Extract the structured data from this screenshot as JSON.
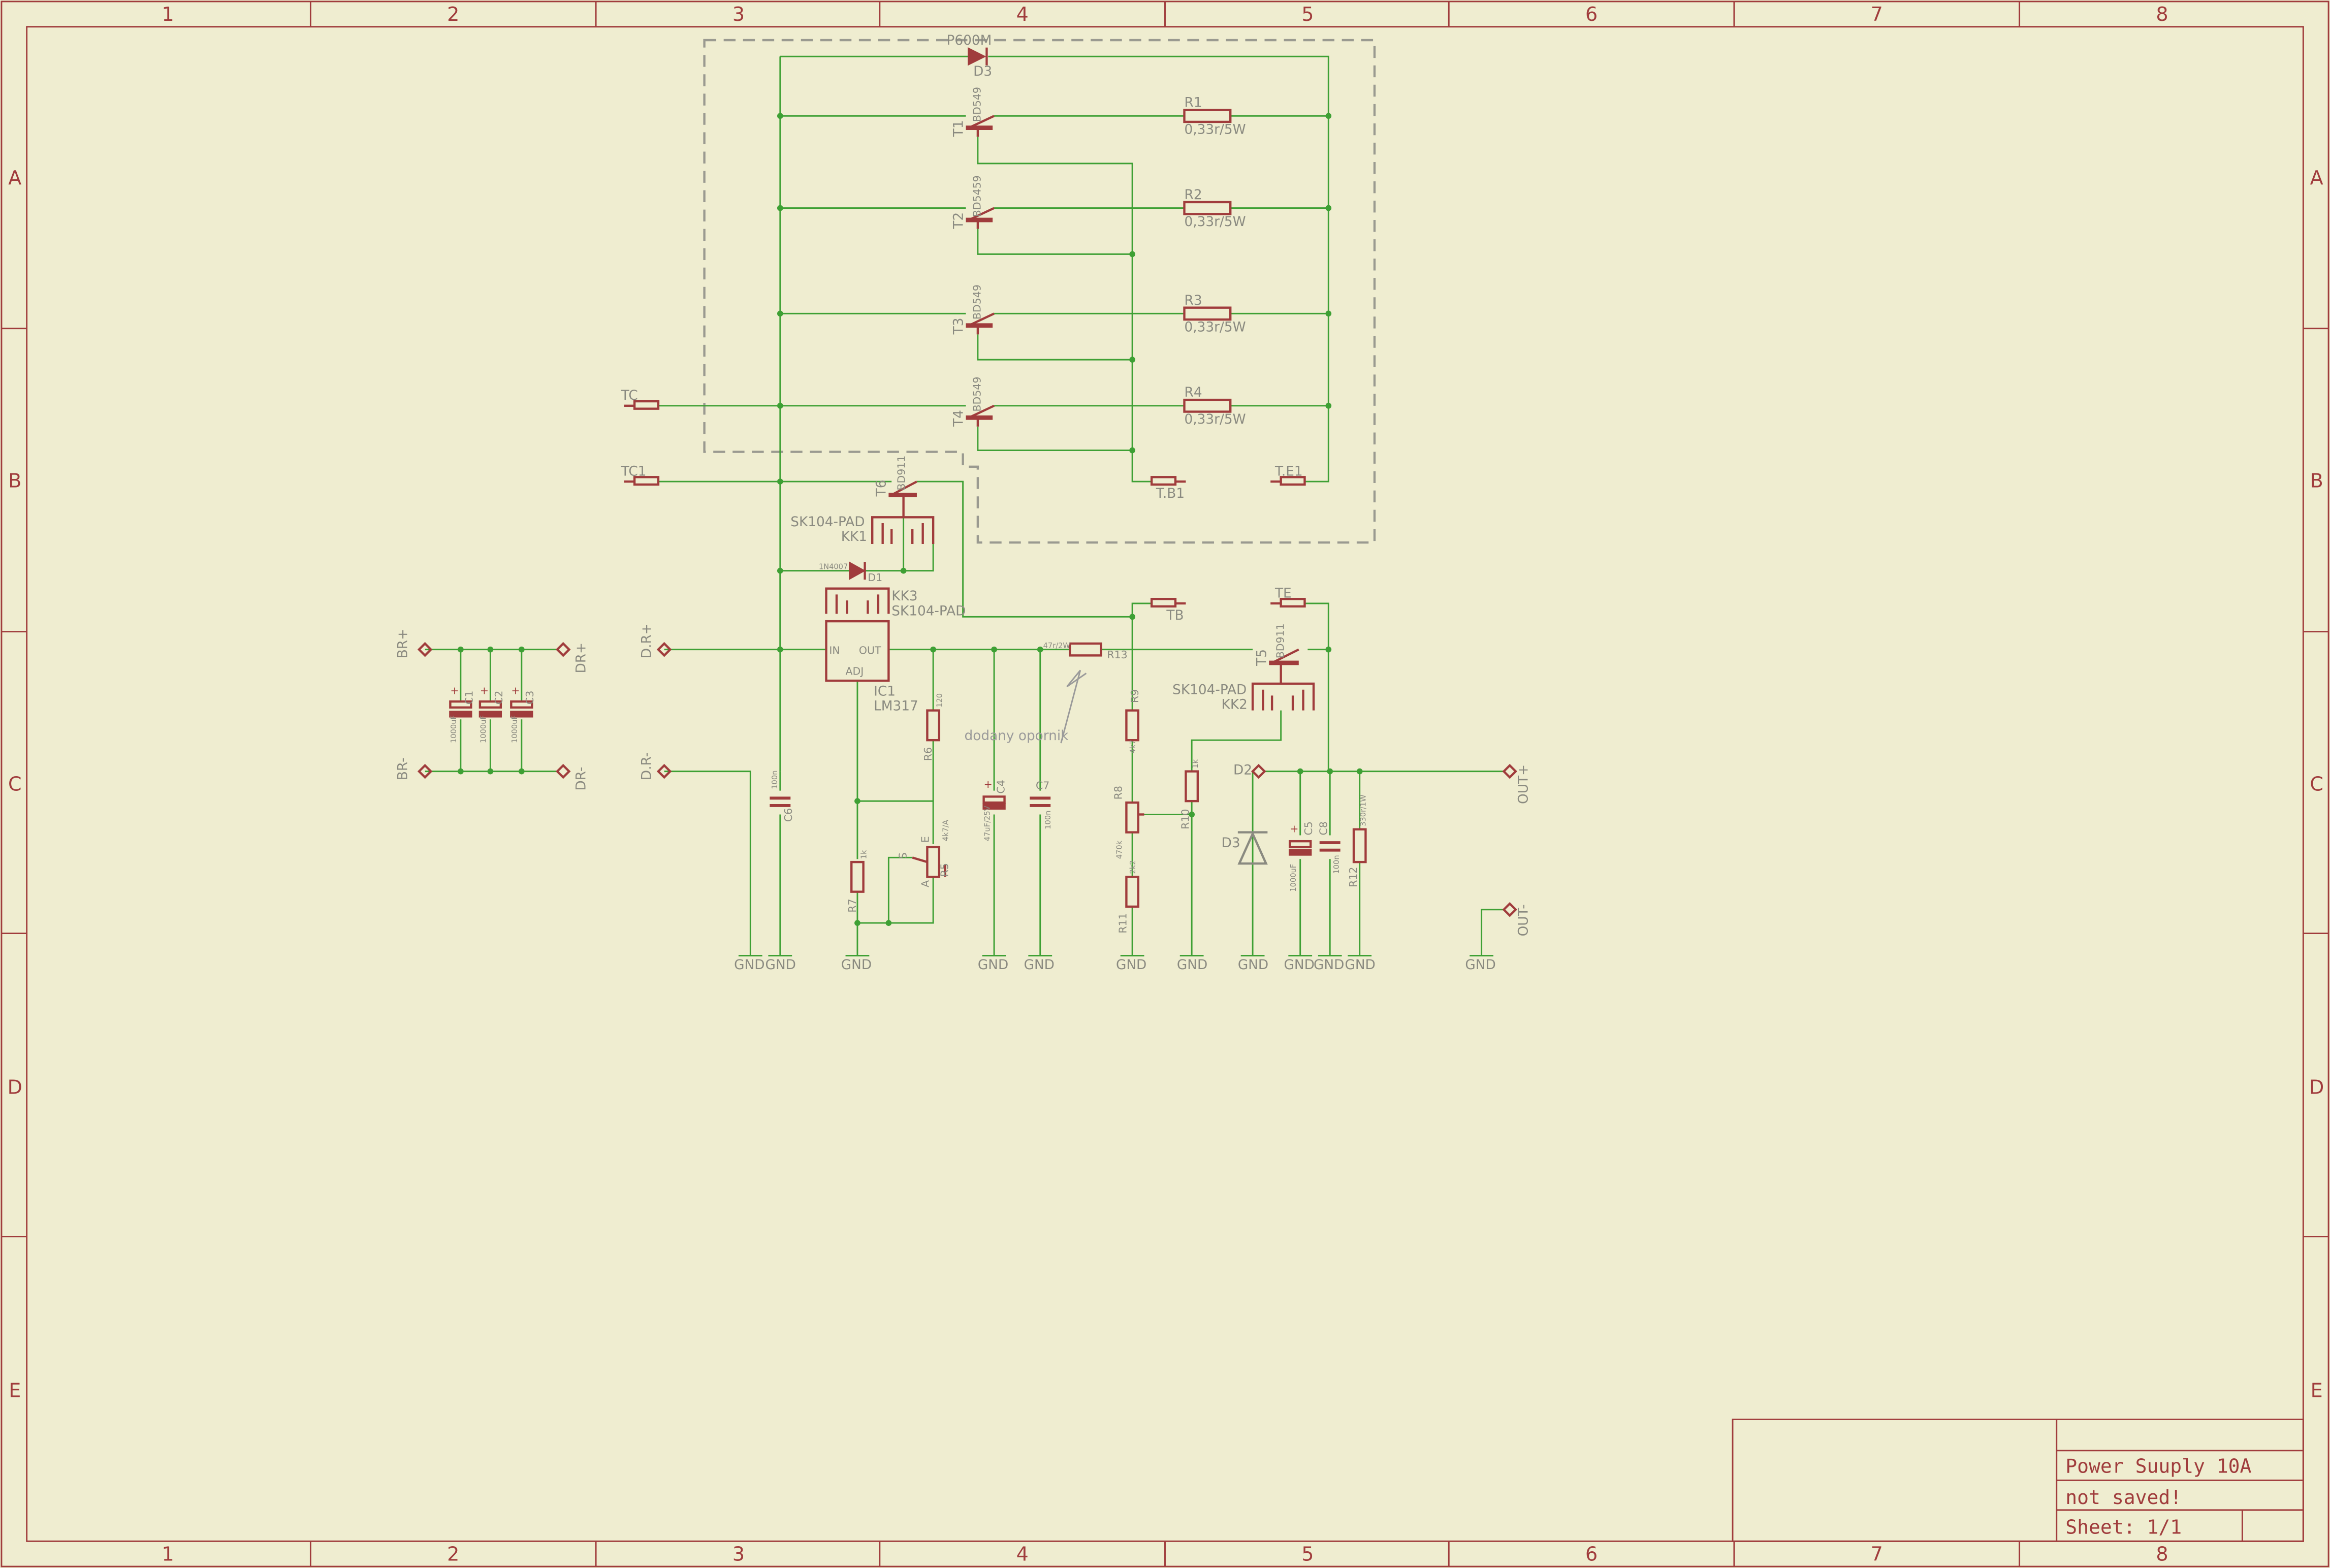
{
  "colors": {
    "background": "#efedd0",
    "frame": "#a03c3c",
    "wire": "#3ea034",
    "label": "#8a8a80",
    "symbol": "#a03c3c",
    "note": "#9a9a9a"
  },
  "frame": {
    "columns": [
      "1",
      "2",
      "3",
      "4",
      "5",
      "6",
      "7",
      "8"
    ],
    "rows": [
      "A",
      "B",
      "C",
      "D",
      "E"
    ]
  },
  "title_block": {
    "title": "Power Suuply 10A",
    "status": "not saved!",
    "sheet": "Sheet: 1/1"
  },
  "labels": {
    "D3_top_value": "P600M",
    "D3_top": "D3",
    "T1": "T1",
    "T1_val": "BD549",
    "T2": "T2",
    "T2_val": "BD5459",
    "T3": "T3",
    "T3_val": "BD549",
    "T4": "T4",
    "T4_val": "BD549",
    "R1": "R1",
    "R2": "R2",
    "R3": "R3",
    "R4": "R4",
    "R_val": "0,33r/5W",
    "TC": "TC",
    "TC1": "TC1",
    "TB1": "T.B1",
    "TE1": "T.E1",
    "TB": "TB",
    "TE": "TE",
    "T6": "T6",
    "T6_val": "BD911",
    "KK1_pkg": "SK104-PAD",
    "KK1": "KK1",
    "D1": "D1",
    "D1_val": "1N4007",
    "KK3": "KK3",
    "KK3_pkg": "SK104-PAD",
    "IC1": "IC1",
    "IC1_val": "LM317",
    "IN": "IN",
    "OUT": "OUT",
    "ADJ": "ADJ",
    "BRp": "BR+",
    "BRm": "BR-",
    "DRp": "DR+",
    "DRm": "DR-",
    "DRp2": "D.R+",
    "DRm2": "D.R-",
    "C1": "C1",
    "C2": "C2",
    "C3": "C3",
    "C_bulk": "1000uF",
    "C6": "C6",
    "C6_val": "100n",
    "C4": "C4",
    "C4_val": "47uF/25V",
    "C7": "C7",
    "C7_val": "100n",
    "R6": "R6",
    "R6_val": "120",
    "R7": "R7",
    "R7_val": "1k",
    "R5": "R5",
    "R5_val": "4k7/A",
    "R13": "R13",
    "R13_val": "47r/2W",
    "note": "dodany opornik",
    "R9": "R9",
    "R9_val": "4k7",
    "R8": "R8",
    "R8_val": "470k",
    "R10": "R10",
    "R10_val": "1k",
    "R11": "R11",
    "R11_val": "2k2",
    "T5": "T5",
    "T5_val": "BD911",
    "KK2_pkg": "SK104-PAD",
    "KK2": "KK2",
    "D2": "D2",
    "D3": "D3",
    "C5": "C5",
    "C5_val": "1000uF",
    "C8": "C8",
    "C8_val": "100n",
    "R12": "R12",
    "R12_val": "330r/1W",
    "OUTp": "OUT+",
    "OUTm": "OUT-",
    "GND": "GND",
    "pot_S": "S",
    "pot_A": "A",
    "pot_E": "E"
  }
}
